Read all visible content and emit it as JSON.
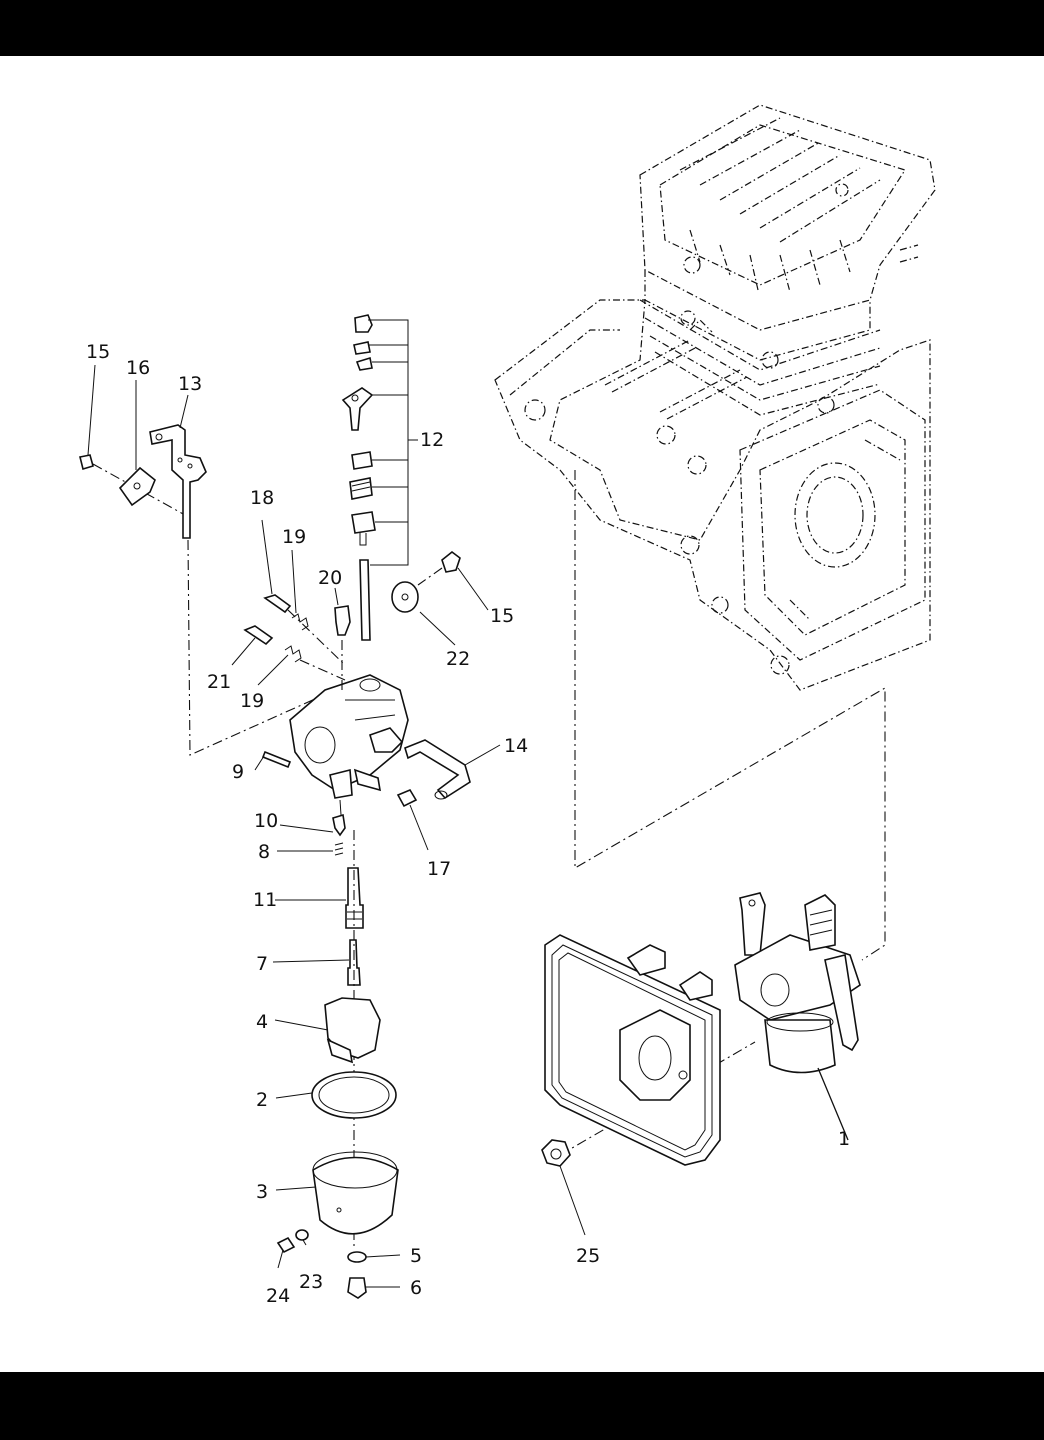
{
  "callouts": {
    "c1": "1",
    "c2": "2",
    "c3": "3",
    "c4": "4",
    "c5": "5",
    "c6": "6",
    "c7": "7",
    "c8": "8",
    "c9": "9",
    "c10": "10",
    "c11": "11",
    "c12": "12",
    "c13": "13",
    "c14": "14",
    "c15a": "15",
    "c15b": "15",
    "c16": "16",
    "c17": "17",
    "c18": "18",
    "c19a": "19",
    "c19b": "19",
    "c20": "20",
    "c21": "21",
    "c22": "22",
    "c23": "23",
    "c24": "24",
    "c25": "25"
  }
}
